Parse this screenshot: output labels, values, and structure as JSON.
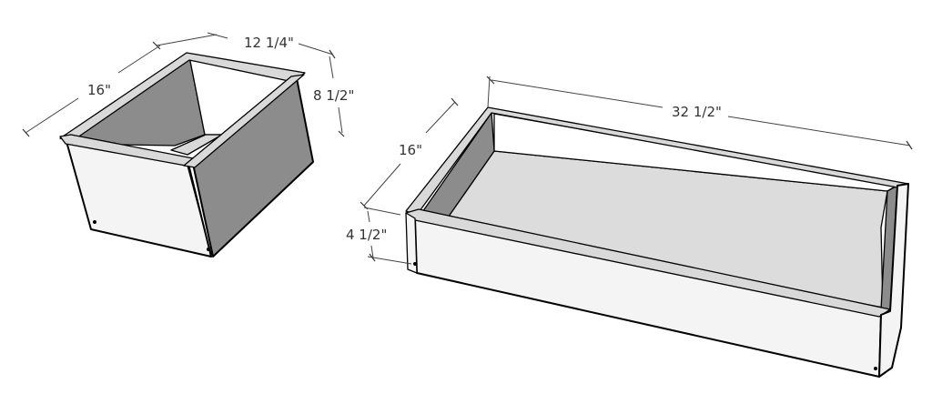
{
  "colors": {
    "face_light": "#f4f4f4",
    "face_top": "#d9d9d9",
    "face_shadow": "#8c8c8c",
    "face_bottom": "#dcdcdc",
    "face_inner_wall": "#9a9a9a",
    "outline": "#000000",
    "dimension": "#444444"
  },
  "box_small": {
    "dim_width": "12 1/4\"",
    "dim_depth": "16\"",
    "dim_height": "8 1/2\""
  },
  "box_large": {
    "dim_length": "32 1/2\"",
    "dim_depth": "16\"",
    "dim_height": "4 1/2\""
  }
}
